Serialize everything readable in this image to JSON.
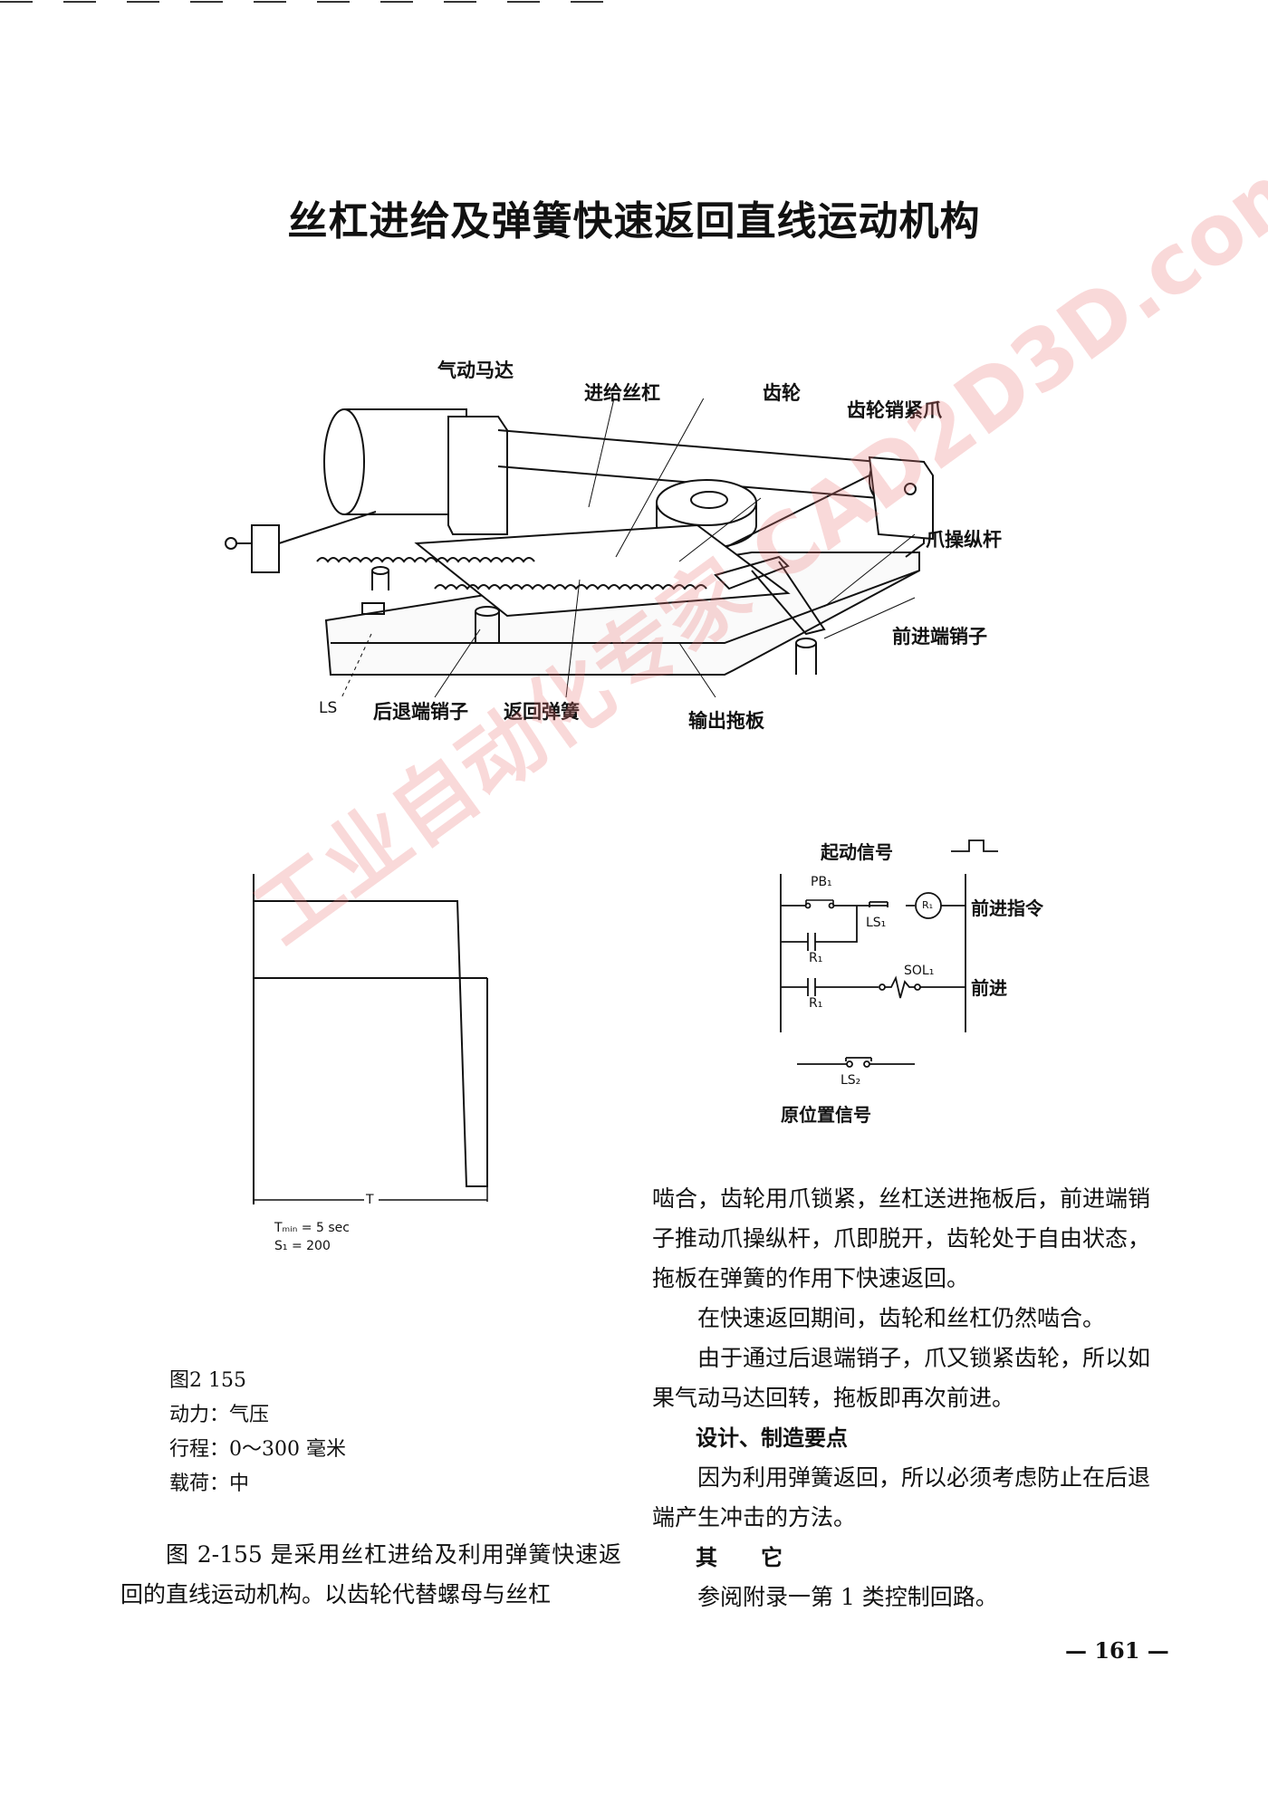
{
  "title": "丝杠进给及弹簧快速返回直线运动机构",
  "mechanism_labels": {
    "air_motor": "气动马达",
    "feed_screw": "进给丝杠",
    "gear": "齿轮",
    "gear_lock_claw": "齿轮销紧爪",
    "claw_lever": "爪操纵杆",
    "front_pin": "前进端销子",
    "ls": "LS",
    "rear_pin": "后退端销子",
    "return_spring": "返回弹簧",
    "output_plate": "输出拖板"
  },
  "timing_chart": {
    "t_label": "T",
    "tmin": "Tₘᵢₙ = 5 sec",
    "s1": "S₁ = 200"
  },
  "circuit": {
    "start_signal": "起动信号",
    "pb1": "PB₁",
    "ls1": "LS₁",
    "r1_coil": "R₁",
    "forward_command": "前进指令",
    "r1_contact_a": "R₁",
    "sol1": "SOL₁",
    "forward": "前进",
    "r1_contact_b": "R₁",
    "ls2": "LS₂",
    "home_signal": "原位置信号"
  },
  "figure_caption": {
    "fig": "图2 155",
    "power": "动力：气压",
    "stroke": "行程：0～300 毫米",
    "load": "载荷：中"
  },
  "body_left": "图 2-155 是采用丝杠进给及利用弹簧快速返回的直线运动机构。以齿轮代替螺母与丝杠",
  "body_right": {
    "p1": "啮合，齿轮用爪锁紧，丝杠送进拖板后，前进端销子推动爪操纵杆，爪即脱开，齿轮处于自由状态，拖板在弹簧的作用下快速返回。",
    "p2": "在快速返回期间，齿轮和丝杠仍然啮合。",
    "p3": "由于通过后退端销子，爪又锁紧齿轮，所以如果气动马达回转，拖板即再次前进。",
    "h1": "设计、制造要点",
    "p4": "因为利用弹簧返回，所以必须考虑防止在后退端产生冲击的方法。",
    "h2": "其　　它",
    "p5": "参阅附录一第 1 类控制回路。"
  },
  "page_number": "— 161 —",
  "watermark": "工业自动化专家 CAD2D3D.com"
}
